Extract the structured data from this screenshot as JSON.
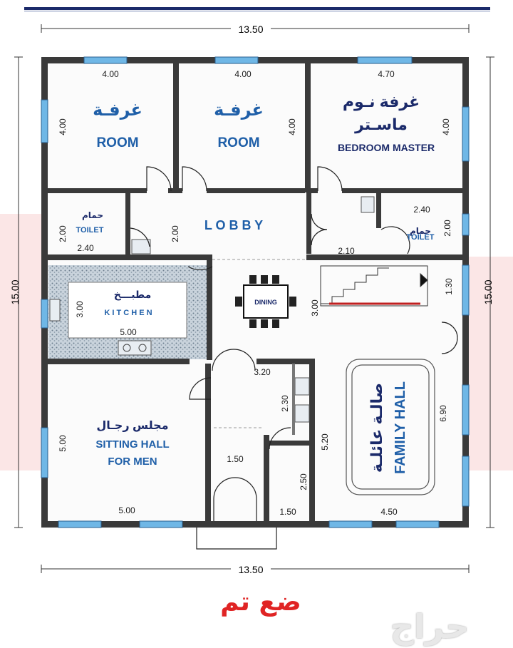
{
  "dimensions": {
    "top": "13.50",
    "bottom": "13.50",
    "left": "15.00",
    "right": "15.00",
    "room1_w": "4.00",
    "room1_h": "4.00",
    "room2_w": "4.00",
    "room2_h": "4.00",
    "master_w": "4.70",
    "master_h": "4.00",
    "toilet_left_w": "2.40",
    "toilet_left_h": "2.00",
    "lobby_h": "2.00",
    "toilet_right_w": "2.40",
    "toilet_right_h": "2.00",
    "stair_w": "2.10",
    "stair_h": "1.30",
    "kitchen_h": "3.00",
    "kitchen_w": "5.00",
    "dining_h": "3.00",
    "bath_w": "3.20",
    "bath_h": "2.30",
    "sitting_h": "5.00",
    "sitting_w": "5.00",
    "entrance_w": "1.50",
    "corridor_h": "5.20",
    "store_h": "2.50",
    "store_w": "1.50",
    "family_w": "4.50",
    "family_h": "6.90"
  },
  "rooms": {
    "room1_ar": "غرفـة",
    "room1_en": "ROOM",
    "room2_ar": "غرفـة",
    "room2_en": "ROOM",
    "master_ar1": "غرفة نـوم",
    "master_ar2": "ماسـتر",
    "master_en": "BEDROOM MASTER",
    "toilet_left_ar": "حمام",
    "toilet_left_en": "TOILET",
    "lobby": "L O B B Y",
    "toilet_right_ar": "حمام",
    "toilet_right_en": "TOILET",
    "kitchen_ar": "مطبـــخ",
    "kitchen_en": "K I T C H E N",
    "dining": "DINING",
    "sitting_ar": "مجلس رجـال",
    "sitting_en1": "SITTING HALL",
    "sitting_en2": "FOR MEN",
    "family_ar": "صالـة عائلـة",
    "family_en": "FAMILY HALL"
  },
  "stamp": "ضع تم",
  "logo": "حراج",
  "colors": {
    "room_label": "#1f5fa8",
    "wall": "#3a3a3a",
    "window": "#6fb7e6",
    "stamp": "#e02424",
    "kitchen_counter": "#9fb0c0"
  }
}
